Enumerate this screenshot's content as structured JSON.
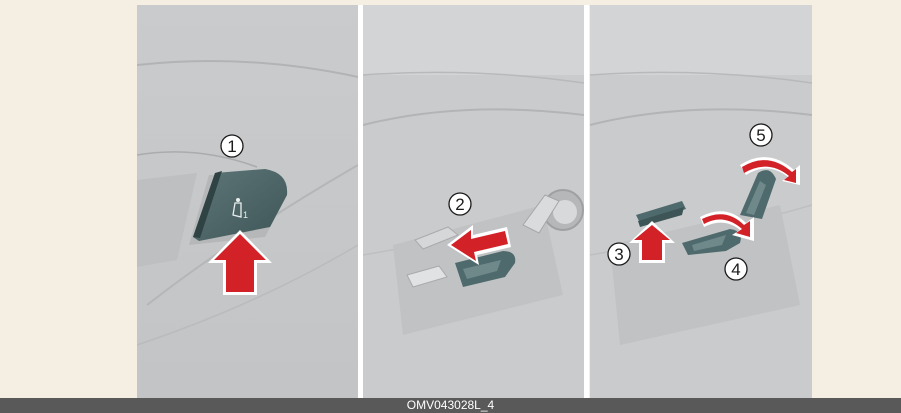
{
  "figure": {
    "caption": "OMV043028L_4",
    "panels": [
      {
        "step_labels": [
          "1"
        ]
      },
      {
        "step_labels": [
          "2"
        ]
      },
      {
        "step_labels": [
          "3",
          "4",
          "5"
        ]
      }
    ],
    "switch_label": "1",
    "colors": {
      "background": "#f5efe3",
      "panel_gray": "#c7c9cb",
      "switch_teal": "#4f6a6c",
      "arrow_red": "#d32128",
      "footer_bar": "#595959"
    },
    "icons": [
      "seat-memory-icon",
      "arrow-up-icon",
      "arrow-left-icon",
      "arrow-curved-icon"
    ]
  }
}
